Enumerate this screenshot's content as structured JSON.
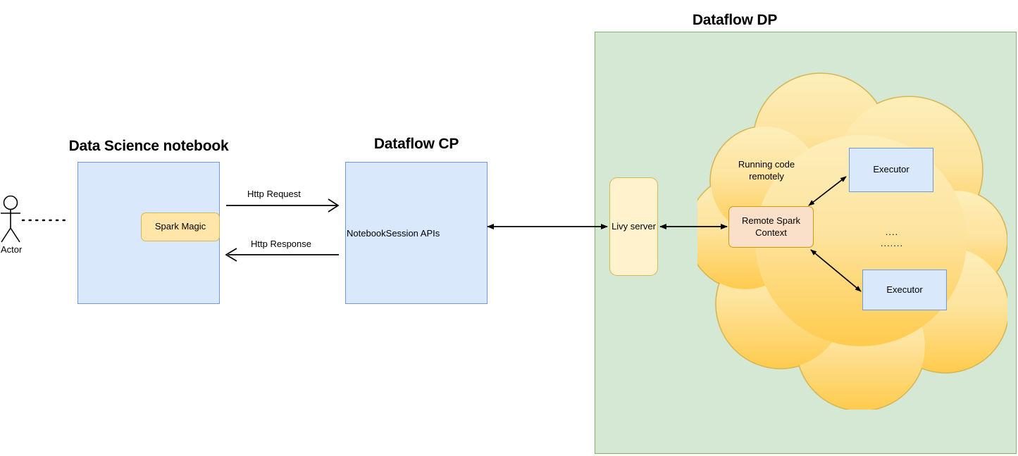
{
  "diagram": {
    "title_hidden": "Dataflow notebook session architecture",
    "sections": [
      {
        "id": "notebook",
        "title": "Data Science notebook"
      },
      {
        "id": "cp",
        "title": "Dataflow CP"
      },
      {
        "id": "dp",
        "title": "Dataflow DP"
      }
    ]
  },
  "actor": {
    "label": "Actor",
    "icon": "stick-figure-icon"
  },
  "notebook": {
    "title": "Data Science notebook",
    "container_color": "#dae8fc",
    "inner_component": {
      "label": "Spark Magic",
      "color": "#ffe6a8"
    }
  },
  "control_plane": {
    "title": "Dataflow CP",
    "container_color": "#dae8fc",
    "label": "NotebookSession APIs"
  },
  "data_plane": {
    "title": "Dataflow DP",
    "container_color": "#d5e8d4",
    "livy": {
      "label": "Livy server",
      "color": "#fff2cc"
    },
    "cloud": {
      "label": "Running code\nremotely",
      "color_top": "#fdeab0",
      "color_bottom": "#ffce52",
      "stroke": "#d6b656"
    },
    "spark_context": {
      "label": "Remote Spark\nContext",
      "color": "#fae0c8"
    },
    "executors": [
      {
        "label": "Executor",
        "color": "#dae8fc"
      },
      {
        "label": "Executor",
        "color": "#dae8fc"
      }
    ],
    "ellipsis": [
      "....",
      "......."
    ]
  },
  "connections": [
    {
      "id": "actor-to-notebook",
      "label": "",
      "style": "dotted"
    },
    {
      "id": "http-request",
      "label": "Http Request",
      "direction": "right"
    },
    {
      "id": "http-response",
      "label": "Http Response",
      "direction": "left"
    },
    {
      "id": "cp-to-livy",
      "label": "",
      "direction": "both"
    },
    {
      "id": "livy-to-spark-context",
      "label": "",
      "direction": "both"
    },
    {
      "id": "spark-context-to-executor-1",
      "label": "",
      "direction": "both"
    },
    {
      "id": "spark-context-to-executor-2",
      "label": "",
      "direction": "both"
    }
  ],
  "colors": {
    "blue_fill": "#dae8fc",
    "blue_stroke": "#7098d4",
    "green_fill": "#d5e8d4",
    "green_stroke": "#82b366",
    "yellow_fill": "#ffe6a8",
    "yellow_stroke": "#d6b656",
    "peach_fill": "#fae0c8",
    "peach_stroke": "#d79b00",
    "line": "#000000"
  }
}
